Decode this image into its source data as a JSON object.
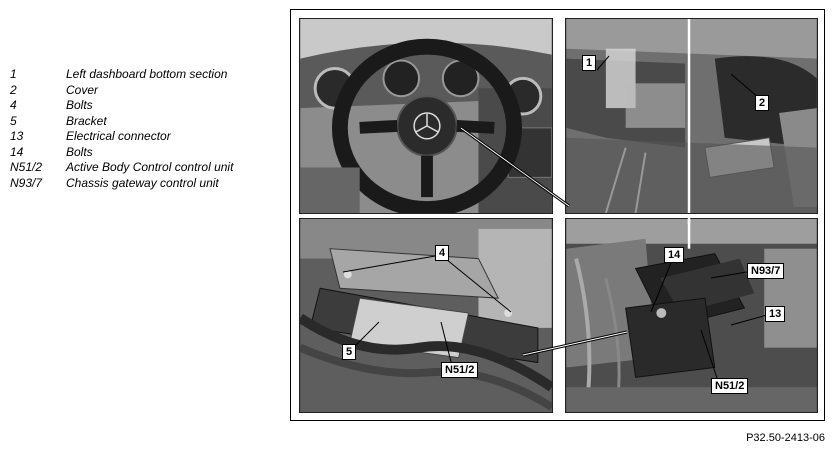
{
  "legend": [
    {
      "code": "1",
      "text": "Left dashboard bottom section"
    },
    {
      "code": "2",
      "text": "Cover"
    },
    {
      "code": "4",
      "text": "Bolts"
    },
    {
      "code": "5",
      "text": "Bracket"
    },
    {
      "code": "13",
      "text": "Electrical connector"
    },
    {
      "code": "14",
      "text": "Bolts"
    },
    {
      "code": "N51/2",
      "text": "Active Body Control control unit"
    },
    {
      "code": "N93/7",
      "text": "Chassis gateway control unit"
    }
  ],
  "callouts": {
    "c1": "1",
    "c2": "2",
    "c4": "4",
    "c5": "5",
    "c13": "13",
    "c14": "14",
    "n51_bl": "N51/2",
    "n51_br": "N51/2",
    "n93": "N93/7"
  },
  "figure_ref": "P32.50-2413-06"
}
